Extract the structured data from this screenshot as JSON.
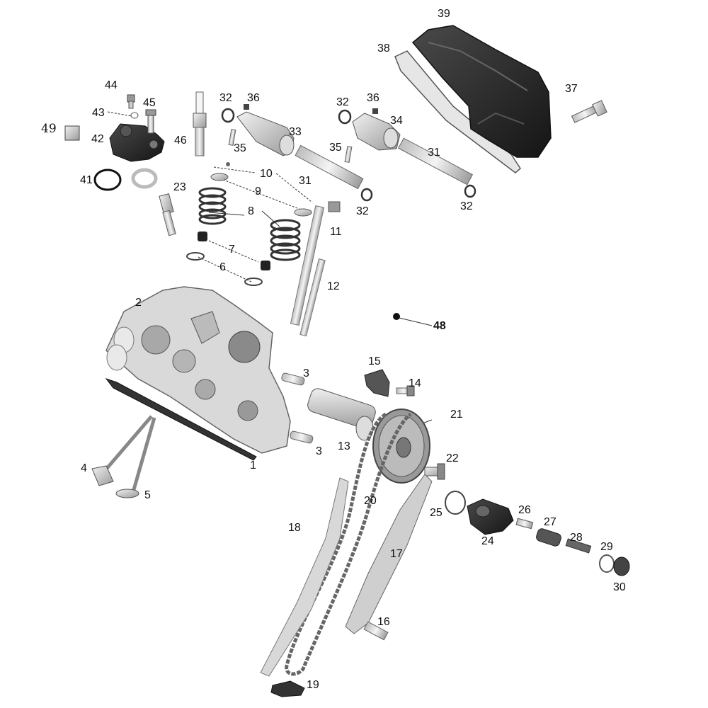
{
  "diagram": {
    "callouts": [
      {
        "id": "1",
        "label": "1"
      },
      {
        "id": "2",
        "label": "2"
      },
      {
        "id": "3a",
        "label": "3"
      },
      {
        "id": "3b",
        "label": "3"
      },
      {
        "id": "4",
        "label": "4"
      },
      {
        "id": "5",
        "label": "5"
      },
      {
        "id": "6",
        "label": "6"
      },
      {
        "id": "7",
        "label": "7"
      },
      {
        "id": "8",
        "label": "8"
      },
      {
        "id": "9",
        "label": "9"
      },
      {
        "id": "10",
        "label": "10"
      },
      {
        "id": "11",
        "label": "11"
      },
      {
        "id": "12",
        "label": "12"
      },
      {
        "id": "13",
        "label": "13"
      },
      {
        "id": "14",
        "label": "14"
      },
      {
        "id": "15",
        "label": "15"
      },
      {
        "id": "16",
        "label": "16"
      },
      {
        "id": "17",
        "label": "17"
      },
      {
        "id": "18",
        "label": "18"
      },
      {
        "id": "19",
        "label": "19"
      },
      {
        "id": "20",
        "label": "20"
      },
      {
        "id": "21",
        "label": "21"
      },
      {
        "id": "22",
        "label": "22"
      },
      {
        "id": "23",
        "label": "23"
      },
      {
        "id": "24",
        "label": "24"
      },
      {
        "id": "25",
        "label": "25"
      },
      {
        "id": "26",
        "label": "26"
      },
      {
        "id": "27",
        "label": "27"
      },
      {
        "id": "28",
        "label": "28"
      },
      {
        "id": "29",
        "label": "29"
      },
      {
        "id": "30",
        "label": "30"
      },
      {
        "id": "31a",
        "label": "31"
      },
      {
        "id": "31b",
        "label": "31"
      },
      {
        "id": "32a",
        "label": "32"
      },
      {
        "id": "32b",
        "label": "32"
      },
      {
        "id": "32c",
        "label": "32"
      },
      {
        "id": "32d",
        "label": "32"
      },
      {
        "id": "33",
        "label": "33"
      },
      {
        "id": "34",
        "label": "34"
      },
      {
        "id": "35a",
        "label": "35"
      },
      {
        "id": "35b",
        "label": "35"
      },
      {
        "id": "36a",
        "label": "36"
      },
      {
        "id": "36b",
        "label": "36"
      },
      {
        "id": "37",
        "label": "37"
      },
      {
        "id": "38",
        "label": "38"
      },
      {
        "id": "39",
        "label": "39"
      },
      {
        "id": "41",
        "label": "41"
      },
      {
        "id": "42",
        "label": "42"
      },
      {
        "id": "43",
        "label": "43"
      },
      {
        "id": "44",
        "label": "44"
      },
      {
        "id": "45",
        "label": "45"
      },
      {
        "id": "46",
        "label": "46"
      },
      {
        "id": "48",
        "label": "48"
      },
      {
        "id": "49",
        "label": "49"
      }
    ]
  }
}
